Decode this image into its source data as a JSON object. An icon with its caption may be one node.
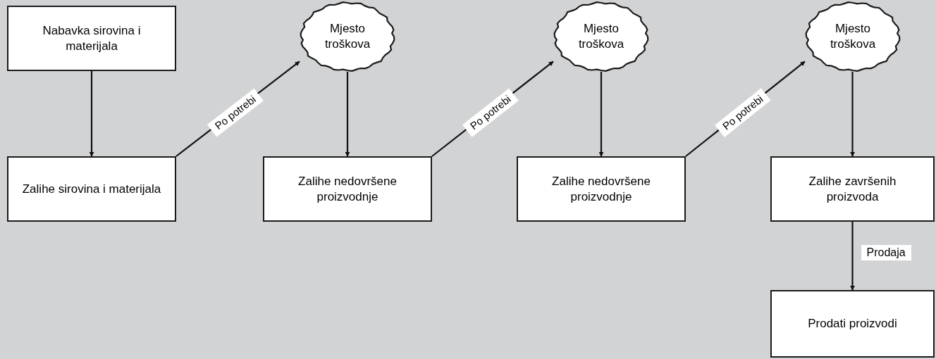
{
  "diagram": {
    "nodes": [
      {
        "text": [
          "Nabavka sirovina i materijala"
        ]
      },
      {
        "text": [
          "Zalihe sirovina i materijala"
        ]
      },
      {
        "text": [
          "Mjesto troškova"
        ]
      },
      {
        "text": [
          "Zalihe nedovršene proizvodnje"
        ]
      },
      {
        "text": [
          "Mjesto troškova"
        ]
      },
      {
        "text": [
          "Zalihe nedovršene proizvodnje"
        ]
      },
      {
        "text": [
          "Mjesto troškova"
        ]
      },
      {
        "text": [
          "Zalihe završenih proizvoda"
        ]
      },
      {
        "text": [
          "Prodati proizvodi"
        ]
      }
    ],
    "edges": [
      {
        "from": 0,
        "to": 1,
        "arrow": "to"
      },
      {
        "from": 1,
        "to": 2,
        "arrow": "to",
        "label": "Po potrebi"
      },
      {
        "from": 2,
        "to": 3,
        "arrow": "to"
      },
      {
        "from": 3,
        "to": 4,
        "arrow": "to",
        "label": "Po potrebi"
      },
      {
        "from": 4,
        "to": 5,
        "arrow": "to"
      },
      {
        "from": 5,
        "to": 6,
        "arrow": "to",
        "label": "Po potrebi"
      },
      {
        "from": 6,
        "to": 7,
        "arrow": "to"
      },
      {
        "from": 7,
        "to": 8,
        "arrow": "to",
        "label": "Prodaja"
      }
    ]
  }
}
